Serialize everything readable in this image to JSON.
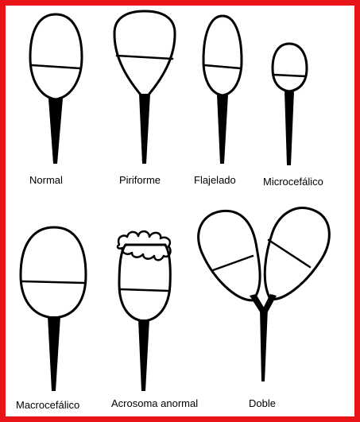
{
  "labels": {
    "normal": "Normal",
    "piriforme": "Piriforme",
    "flajelado": "Flajelado",
    "microcefalico": "Microcefálico",
    "macrocefalico": "Macrocefálico",
    "acrosoma_anormal": "Acrosoma anormal",
    "doble": "Doble"
  },
  "colors": {
    "border": "#e8141a",
    "stroke": "#000000",
    "background": "#ffffff"
  }
}
